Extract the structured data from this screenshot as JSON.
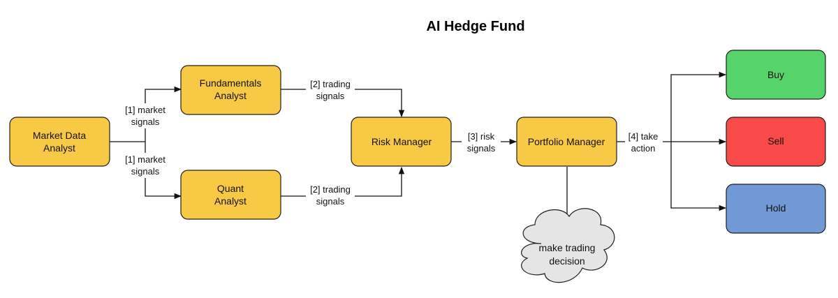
{
  "title": "AI Hedge Fund",
  "nodes": {
    "market_data": {
      "lines": [
        "Market Data",
        "Analyst"
      ],
      "color": "#f8c944"
    },
    "fundamentals": {
      "lines": [
        "Fundamentals",
        "Analyst"
      ],
      "color": "#f8c944"
    },
    "quant": {
      "lines": [
        "Quant",
        "Analyst"
      ],
      "color": "#f8c944"
    },
    "risk": {
      "lines": [
        "Risk Manager"
      ],
      "color": "#f8c944"
    },
    "portfolio": {
      "lines": [
        "Portfolio Manager"
      ],
      "color": "#f8c944"
    },
    "buy": {
      "lines": [
        "Buy"
      ],
      "color": "#57d36c"
    },
    "sell": {
      "lines": [
        "Sell"
      ],
      "color": "#f94a4a"
    },
    "hold": {
      "lines": [
        "Hold"
      ],
      "color": "#7099d6"
    },
    "decision": {
      "lines": [
        "make trading",
        "decision"
      ],
      "color": "#e5e5e5"
    }
  },
  "edge_labels": {
    "market_signals_top": [
      "[1] market",
      "signals"
    ],
    "market_signals_bottom": [
      "[1] market",
      "signals"
    ],
    "trading_signals_top": [
      "[2] trading",
      "signals"
    ],
    "trading_signals_bottom": [
      "[2] trading",
      "signals"
    ],
    "risk_signals": [
      "[3] risk",
      "signals"
    ],
    "take_action": [
      "[4] take",
      "action"
    ]
  }
}
